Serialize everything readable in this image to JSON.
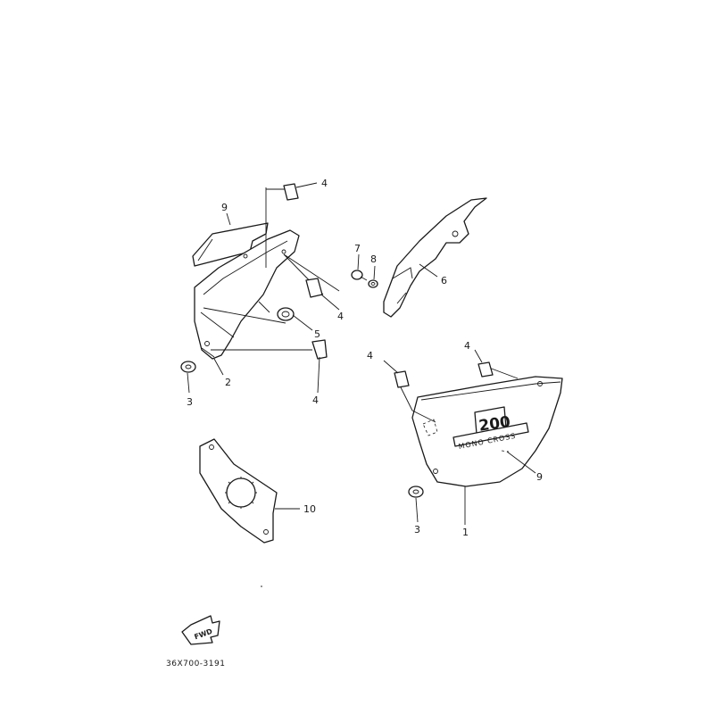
{
  "callouts": {
    "c1": "1",
    "c2": "2",
    "c3a": "3",
    "c3b": "3",
    "c4a": "4",
    "c4b": "4",
    "c4c": "4",
    "c4d": "4",
    "c4e": "4",
    "c5": "5",
    "c6": "6",
    "c7": "7",
    "c8": "8",
    "c9a": "9",
    "c9b": "9",
    "c10": "10"
  },
  "emblem": {
    "number": "200",
    "text": "MONO CROSS"
  },
  "fwd_arrow": "FWD",
  "diagram_code": "36X700-3191"
}
